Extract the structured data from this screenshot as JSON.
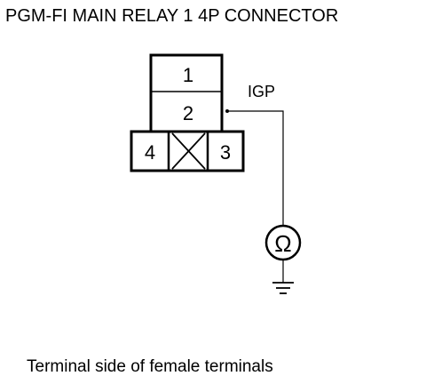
{
  "title": "PGM-FI MAIN RELAY 1 4P CONNECTOR",
  "connector": {
    "terminals": [
      "1",
      "2",
      "3",
      "4"
    ]
  },
  "wire_label": "IGP",
  "meter": {
    "symbol": "Ω",
    "icon": "ohmmeter-icon"
  },
  "ground": {
    "icon": "ground-icon"
  },
  "caption": "Terminal side of female terminals",
  "colors": {
    "line": "#000000",
    "background": "#ffffff"
  }
}
